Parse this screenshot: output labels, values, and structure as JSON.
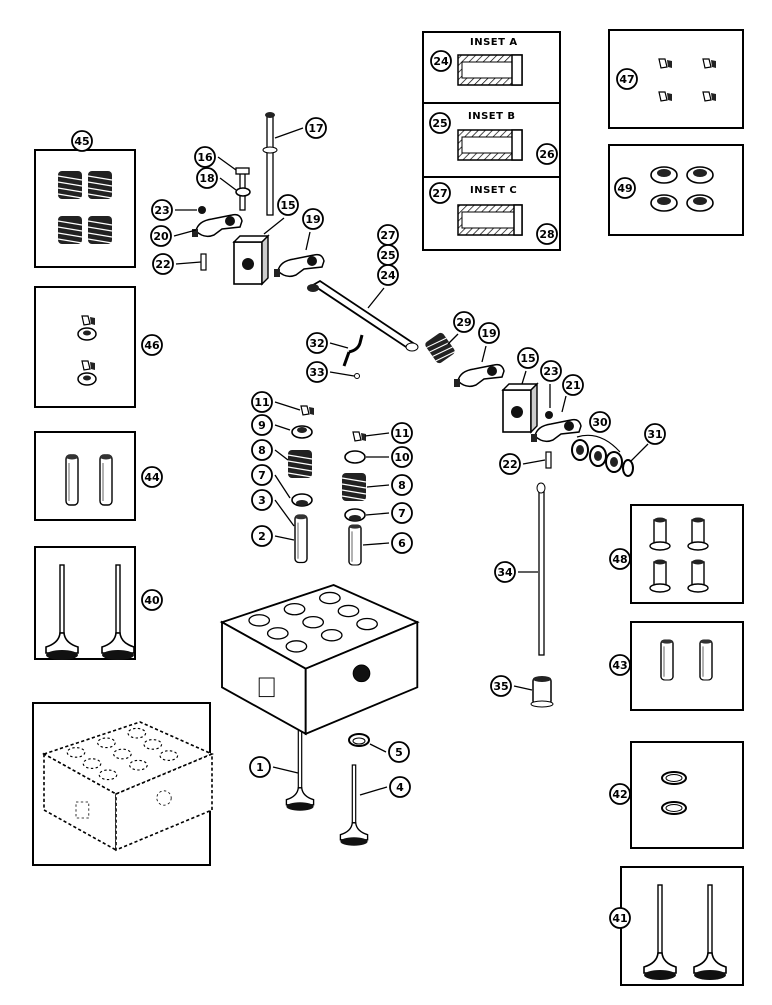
{
  "diagram": {
    "insets": [
      {
        "title": "INSET A",
        "labels": [
          "24"
        ]
      },
      {
        "title": "INSET B",
        "labels": [
          "25",
          "26"
        ]
      },
      {
        "title": "INSET C",
        "labels": [
          "27",
          "28"
        ]
      }
    ],
    "callouts": {
      "c1": "1",
      "c2": "2",
      "c3": "3",
      "c4": "4",
      "c5": "5",
      "c6": "6",
      "c7a": "7",
      "c7b": "7",
      "c8a": "8",
      "c8b": "8",
      "c9": "9",
      "c10": "10",
      "c11a": "11",
      "c11b": "11",
      "c15a": "15",
      "c15b": "15",
      "c16": "16",
      "c17": "17",
      "c18": "18",
      "c19a": "19",
      "c19b": "19",
      "c20": "20",
      "c21": "21",
      "c22a": "22",
      "c22b": "22",
      "c23a": "23",
      "c23b": "23",
      "c24": "24",
      "c25": "25",
      "c27": "27",
      "c29": "29",
      "c30": "30",
      "c31": "31",
      "c32": "32",
      "c33": "33",
      "c34": "34",
      "c35": "35",
      "c40": "40",
      "c41": "41",
      "c42": "42",
      "c43": "43",
      "c44": "44",
      "c45": "45",
      "c46": "46",
      "c47": "47",
      "c48": "48",
      "c49": "49"
    }
  }
}
